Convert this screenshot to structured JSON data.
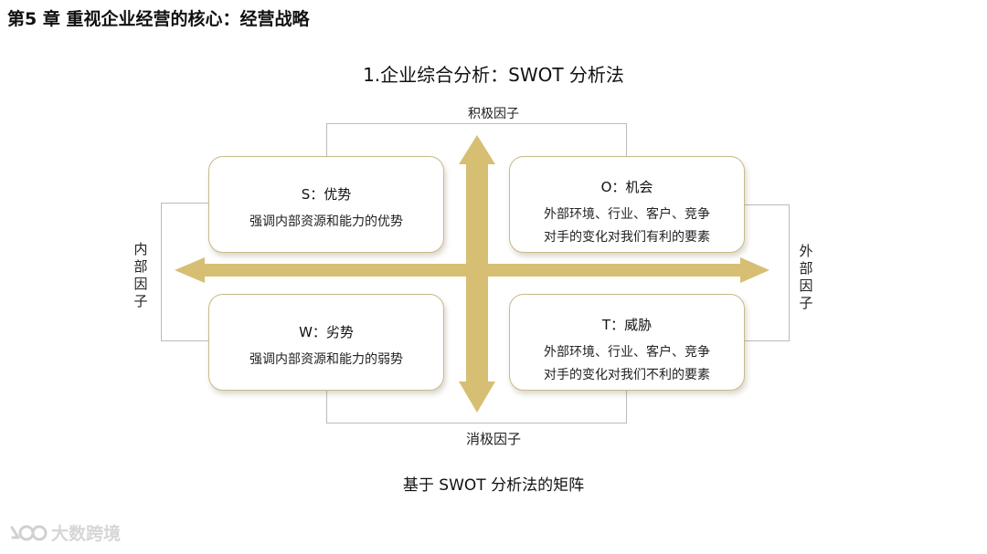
{
  "header": {
    "chapter_title": "第5 章 重视企业经营的核心：经营战略",
    "section_title": "1.企业综合分析：SWOT 分析法"
  },
  "factors": {
    "top": "积极因子",
    "bottom": "消极因子",
    "left": "内部因子",
    "right": "外部因子"
  },
  "quadrants": {
    "s": {
      "heading": "S：优势",
      "lines": [
        "强调内部资源和能力的优势"
      ]
    },
    "o": {
      "heading": "O：机会",
      "lines": [
        "外部环境、行业、客户、竞争",
        "对手的变化对我们有利的要素"
      ]
    },
    "w": {
      "heading": "W：劣势",
      "lines": [
        "强调内部资源和能力的弱势"
      ]
    },
    "t": {
      "heading": "T：威胁",
      "lines": [
        "外部环境、行业、客户、竞争",
        "对手的变化对我们不利的要素"
      ]
    }
  },
  "caption": "基于 SWOT 分析法的矩阵",
  "watermark": {
    "text": "大数跨境",
    "icon": "logo-icon"
  },
  "colors": {
    "arrow": "#d6bf72",
    "box_border": "#c9b98a",
    "bracket": "#bbbbbb"
  }
}
